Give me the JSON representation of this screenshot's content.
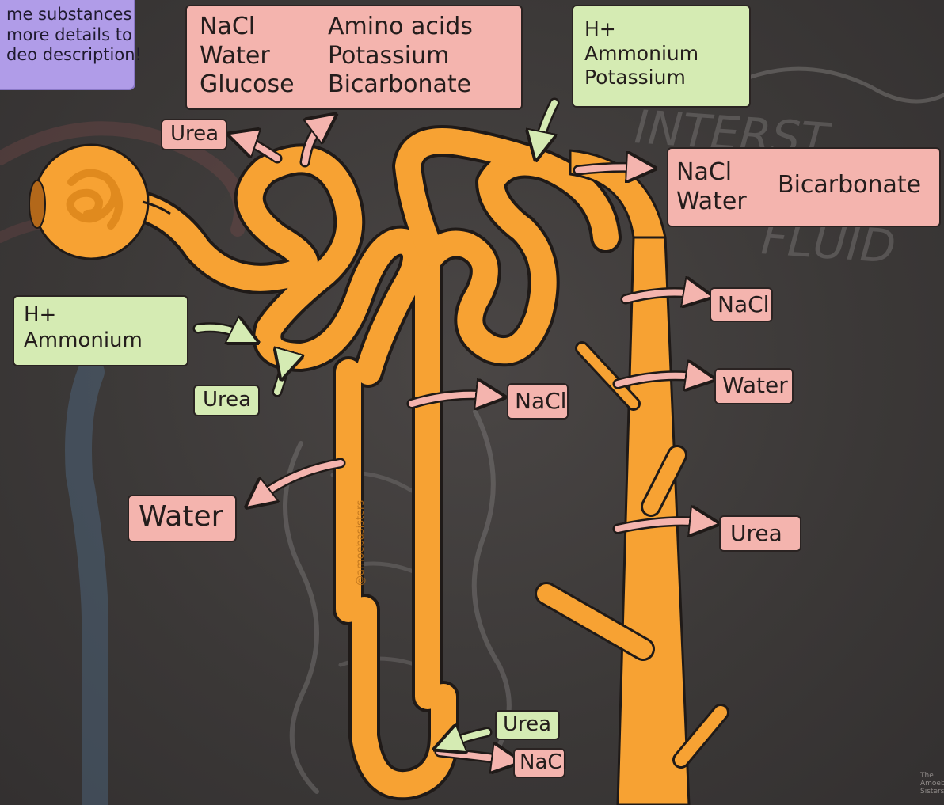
{
  "note": {
    "lines": [
      "me substances",
      "more details to",
      "deo description!"
    ]
  },
  "labels": {
    "pct_in": [
      "NaCl",
      "Water",
      "Glucose"
    ],
    "pct_in_2": [
      "Amino acids",
      "Potassium",
      "Bicarbonate"
    ],
    "pct_urea": "Urea",
    "pct_secretion": [
      "H+",
      "Ammonium"
    ],
    "pct_urea_in": "Urea",
    "descending_water": "Water",
    "thin_nacl": "NaCl",
    "bottom_urea": "Urea",
    "bottom_nacl": "NaCl",
    "dct_secretion": [
      "H+",
      "Ammonium",
      "Potassium"
    ],
    "dct_out": [
      "NaCl",
      "Water"
    ],
    "dct_out_2": "Bicarbonate",
    "cd_nacl": "NaCl",
    "cd_water": "Water",
    "cd_urea": "Urea"
  },
  "watermark": "@amoebasisters",
  "corner_logo": [
    "The",
    "Amoeb",
    "Sisters"
  ],
  "background_text": [
    "INTERST",
    "FLUID"
  ],
  "colors": {
    "tubule": "#f7a233",
    "tubule_dark": "#e08a1e",
    "outline": "#1f1a18",
    "pink_box": "#f4b4ae",
    "green_box": "#d5ebb3",
    "purple_box": "#b09ce8",
    "pink_arrow": "#f4b4ae",
    "green_arrow": "#d5ebb3",
    "background": "#3b3837"
  }
}
